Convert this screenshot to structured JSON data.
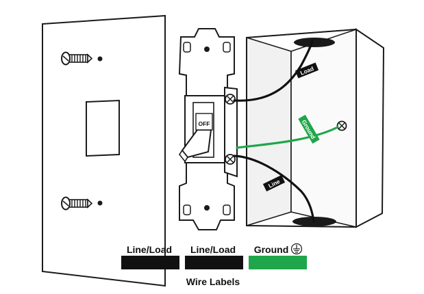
{
  "switch": {
    "off_label": "OFF"
  },
  "wires": {
    "load": "Load",
    "ground": "Ground",
    "line": "Line"
  },
  "legend": {
    "items": [
      {
        "label": "Line/Load",
        "color": "#111111"
      },
      {
        "label": "Line/Load",
        "color": "#111111"
      },
      {
        "label": "Ground",
        "color": "#1fa64a",
        "icon": "ground-symbol-icon"
      }
    ],
    "caption": "Wire Labels"
  },
  "colors": {
    "outline": "#1a1a1a",
    "hot_wire": "#111111",
    "ground_wire": "#1fa64a",
    "box_shadow": "#e6e6e6"
  }
}
